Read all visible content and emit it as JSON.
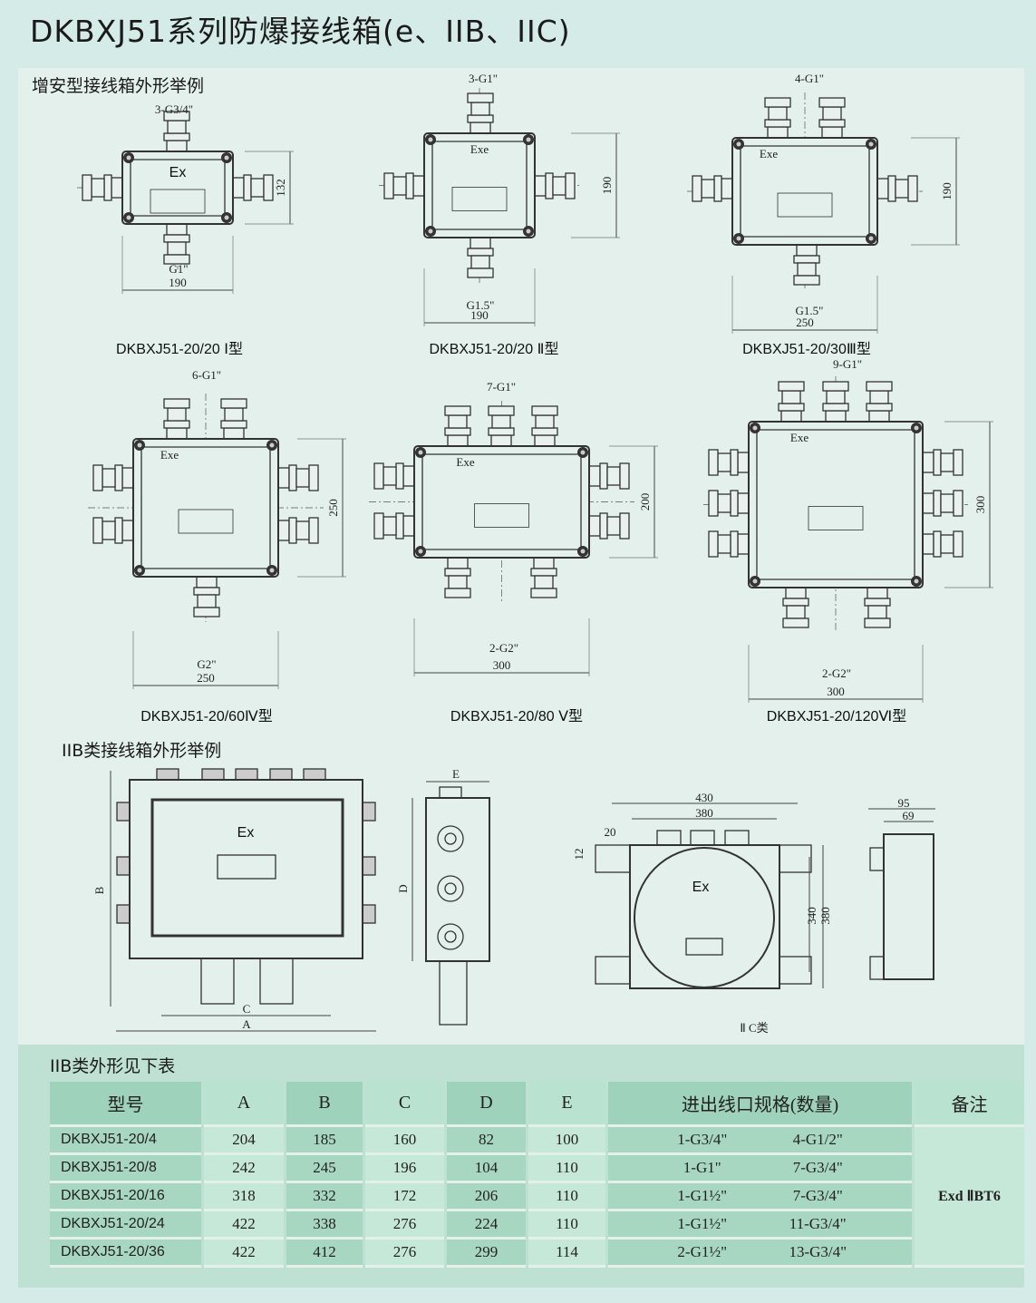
{
  "title": "DKBXJ51系列防爆接线箱(e、IIB、IIC)",
  "sections": {
    "increased_safety": "增安型接线箱外形举例",
    "iib_examples": "IIB类接线箱外形举例",
    "iib_table": "IIB类外形见下表"
  },
  "drawings": [
    {
      "mark": "Ex",
      "top": "3-G3/4\"",
      "bottom": "G1\"",
      "width": "190",
      "height": "132",
      "caption": "DKBXJ51-20/20 Ⅰ型"
    },
    {
      "mark": "Exe",
      "top": "3-G1\"",
      "bottom": "G1.5\"",
      "width": "190",
      "height": "190",
      "caption": "DKBXJ51-20/20 Ⅱ型"
    },
    {
      "mark": "Exe",
      "top": "4-G1\"",
      "bottom": "G1.5\"",
      "width": "250",
      "height": "190",
      "caption": "DKBXJ51-20/30Ⅲ型"
    },
    {
      "mark": "Exe",
      "top": "6-G1\"",
      "bottom": "G2\"",
      "width": "250",
      "height": "250",
      "caption": "DKBXJ51-20/60Ⅳ型"
    },
    {
      "mark": "Exe",
      "top": "7-G1\"",
      "bottom": "2-G2\"",
      "width": "300",
      "height": "200",
      "caption": "DKBXJ51-20/80 Ⅴ型"
    },
    {
      "mark": "Exe",
      "top": "9-G1\"",
      "bottom": "2-G2\"",
      "width": "300",
      "height": "300",
      "caption": "DKBXJ51-20/120Ⅵ型"
    }
  ],
  "iib_front": {
    "mark": "Ex",
    "dim_a": "A",
    "dim_b": "B",
    "dim_c": "C"
  },
  "iib_side": {
    "dim_d": "D",
    "dim_e": "E"
  },
  "iic": {
    "mark": "Ex",
    "d430": "430",
    "d380": "380",
    "d20": "20",
    "d12": "12",
    "d340": "340",
    "d380v": "380",
    "caption": "Ⅱ C类",
    "side_95": "95",
    "side_69": "69"
  },
  "table": {
    "headers": [
      "型号",
      "A",
      "B",
      "C",
      "D",
      "E",
      "进出线口规格(数量)",
      "备注"
    ],
    "rows": [
      {
        "model": "DKBXJ51-20/4",
        "A": "204",
        "B": "185",
        "C": "160",
        "D": "82",
        "E": "100",
        "spec1": "1-G3/4\"",
        "spec2": "4-G1/2\""
      },
      {
        "model": "DKBXJ51-20/8",
        "A": "242",
        "B": "245",
        "C": "196",
        "D": "104",
        "E": "110",
        "spec1": "1-G1\"",
        "spec2": "7-G3/4\""
      },
      {
        "model": "DKBXJ51-20/16",
        "A": "318",
        "B": "332",
        "C": "172",
        "D": "206",
        "E": "110",
        "spec1": "1-G1½\"",
        "spec2": "7-G3/4\""
      },
      {
        "model": "DKBXJ51-20/24",
        "A": "422",
        "B": "338",
        "C": "276",
        "D": "224",
        "E": "110",
        "spec1": "1-G1½\"",
        "spec2": "11-G3/4\""
      },
      {
        "model": "DKBXJ51-20/36",
        "A": "422",
        "B": "412",
        "C": "276",
        "D": "299",
        "E": "114",
        "spec1": "2-G1½\"",
        "spec2": "13-G3/4\""
      }
    ],
    "note": "Exd ⅡBT6"
  }
}
